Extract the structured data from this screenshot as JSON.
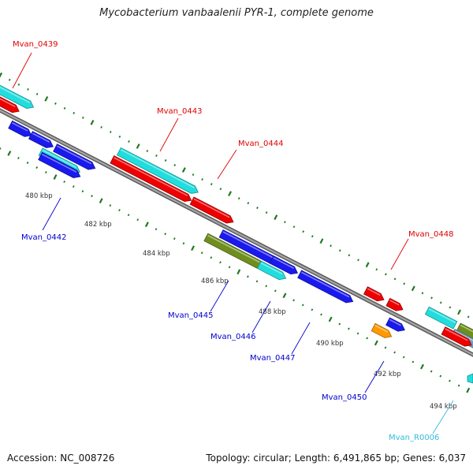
{
  "title": "Mycobacterium vanbaalenii PYR-1, complete genome",
  "footer": {
    "accession": "Accession: NC_008726",
    "summary": "Topology: circular; Length: 6,491,865 bp; Genes: 6,037"
  },
  "colors": {
    "backbone": "#8c8c8c",
    "tick": "#1f7a1f",
    "label_red": "#e00000",
    "label_blue": "#0000cc",
    "label_cyan": "#33bbdd",
    "gene_red": "#ee0000",
    "gene_cyan": "#22dddd",
    "gene_blue": "#1a1aee",
    "gene_olive": "#6e8e1e",
    "gene_orange": "#ff9900",
    "gene_steel": "#6f9fbf"
  },
  "gene_labels": [
    {
      "name": "Mvan_0439",
      "color": "label_red"
    },
    {
      "name": "Mvan_0443",
      "color": "label_red"
    },
    {
      "name": "Mvan_0444",
      "color": "label_red"
    },
    {
      "name": "Mvan_0448",
      "color": "label_red"
    },
    {
      "name": "Mvan_0442",
      "color": "label_blue"
    },
    {
      "name": "Mvan_0445",
      "color": "label_blue"
    },
    {
      "name": "Mvan_0446",
      "color": "label_blue"
    },
    {
      "name": "Mvan_0447",
      "color": "label_blue"
    },
    {
      "name": "Mvan_0450",
      "color": "label_blue"
    },
    {
      "name": "Mvan_R0006",
      "color": "label_cyan"
    }
  ],
  "tick_labels": [
    "480 kbp",
    "482 kbp",
    "484 kbp",
    "486 kbp",
    "488 kbp",
    "490 kbp",
    "492 kbp",
    "494 kbp"
  ]
}
